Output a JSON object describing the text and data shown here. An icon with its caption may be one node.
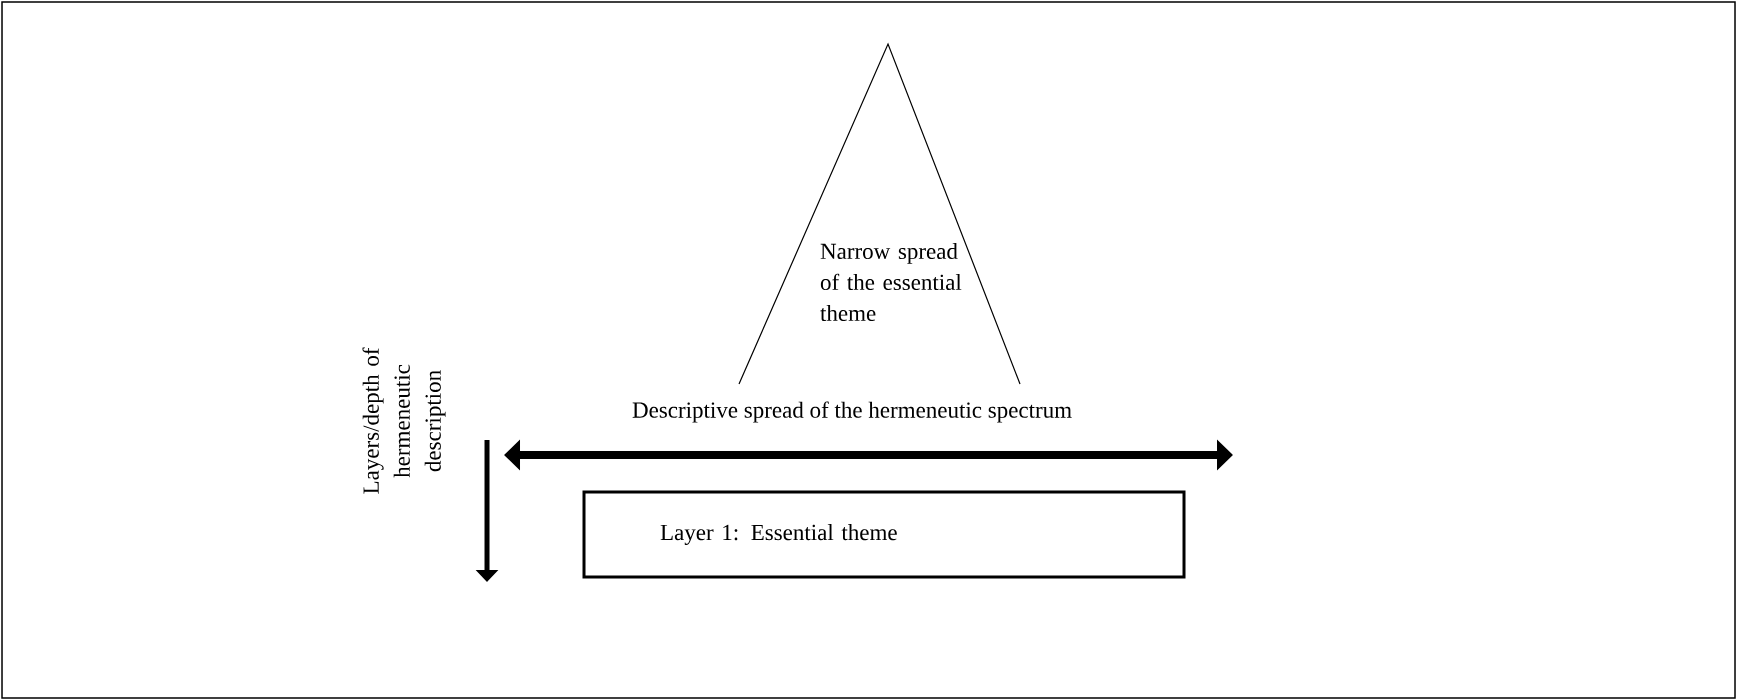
{
  "diagram": {
    "nodes": [
      {
        "text": [
          "Narrow spread of the essential theme"
        ]
      },
      {
        "text": [
          "Layer 1: Essential theme"
        ]
      }
    ],
    "labels": [
      "Descriptive spread of the hermeneutic spectrum",
      "Layers/depth of hermeneutic description"
    ]
  }
}
